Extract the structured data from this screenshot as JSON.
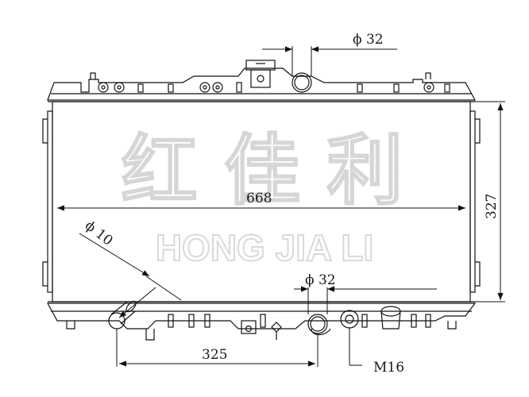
{
  "watermark": {
    "chinese": "红 佳 利",
    "latin": "HONG JIA LI"
  },
  "dimensions": {
    "top_pipe_diameter": "ϕ  32",
    "core_width": "668",
    "core_height": "327",
    "small_pipe_diameter": "ϕ 10",
    "bottom_pipe_diameter": "ϕ  32",
    "pipe_spacing": "325",
    "drain_thread": "M16"
  }
}
